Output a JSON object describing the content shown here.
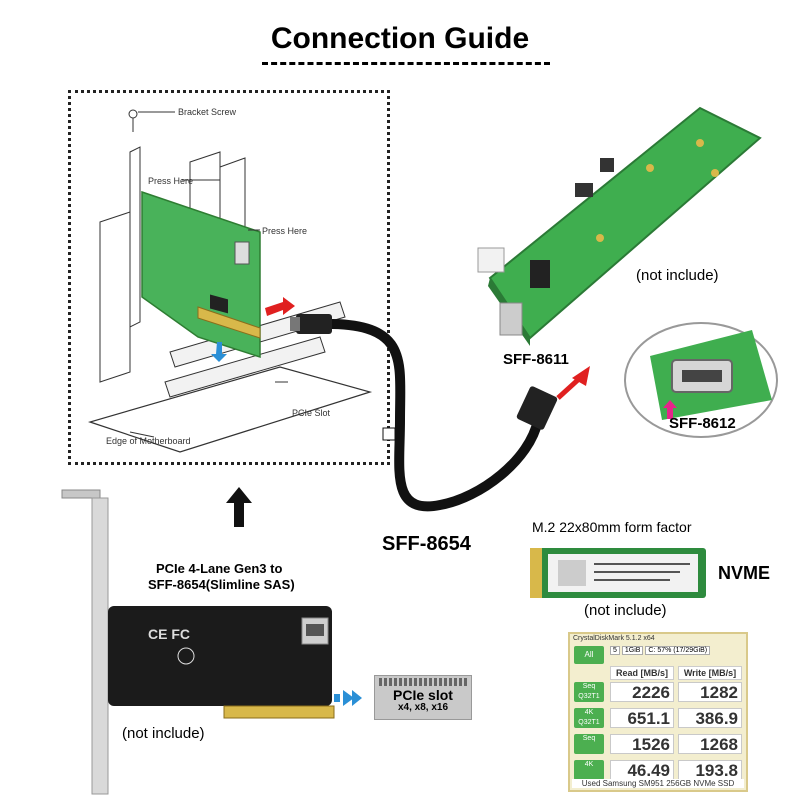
{
  "title": "Connection Guide",
  "install_diagram": {
    "labels": {
      "bracket_screw": "Bracket Screw",
      "press_here_1": "Press Here",
      "press_here_2": "Press Here",
      "pcie_slot": "PCIe Slot",
      "edge_of_motherboard": "Edge of Motherboard"
    }
  },
  "cable": {
    "label": "SFF-8654"
  },
  "adapter_board": {
    "label": "SFF-8611",
    "note": "(not include)"
  },
  "connector_zoom": {
    "label": "SFF-8612"
  },
  "pcie_card": {
    "caption_line1": "PCIe 4-Lane Gen3 to",
    "caption_line2": "SFF-8654(Slimline SAS)",
    "note": "(not include)"
  },
  "pcie_slot_box": {
    "title": "PCIe slot",
    "subtitle": "x4, x8, x16"
  },
  "nvme": {
    "form_factor": "M.2 22x80mm form factor",
    "label": "NVME",
    "note": "(not include)"
  },
  "benchmark": {
    "window_title": "CrystalDiskMark 5.1.2 x64",
    "all_button": "All",
    "controls": [
      "5",
      "1GiB",
      "C: 57% (17/29GiB)"
    ],
    "headers": {
      "read": "Read [MB/s]",
      "write": "Write [MB/s]"
    },
    "rows": [
      {
        "label": "Seq Q32T1",
        "read": "2226",
        "write": "1282"
      },
      {
        "label": "4K Q32T1",
        "read": "651.1",
        "write": "386.9"
      },
      {
        "label": "Seq",
        "read": "1526",
        "write": "1268"
      },
      {
        "label": "4K",
        "read": "46.49",
        "write": "193.8"
      }
    ],
    "footer": "Used Samsung SM951 256GB NVMe SSD"
  },
  "colors": {
    "pcb_green": "#3fae4f",
    "pcb_black": "#1b1b1b",
    "accent_red": "#e02020",
    "accent_blue": "#2a8fd6",
    "bench_green": "#4caf50"
  }
}
